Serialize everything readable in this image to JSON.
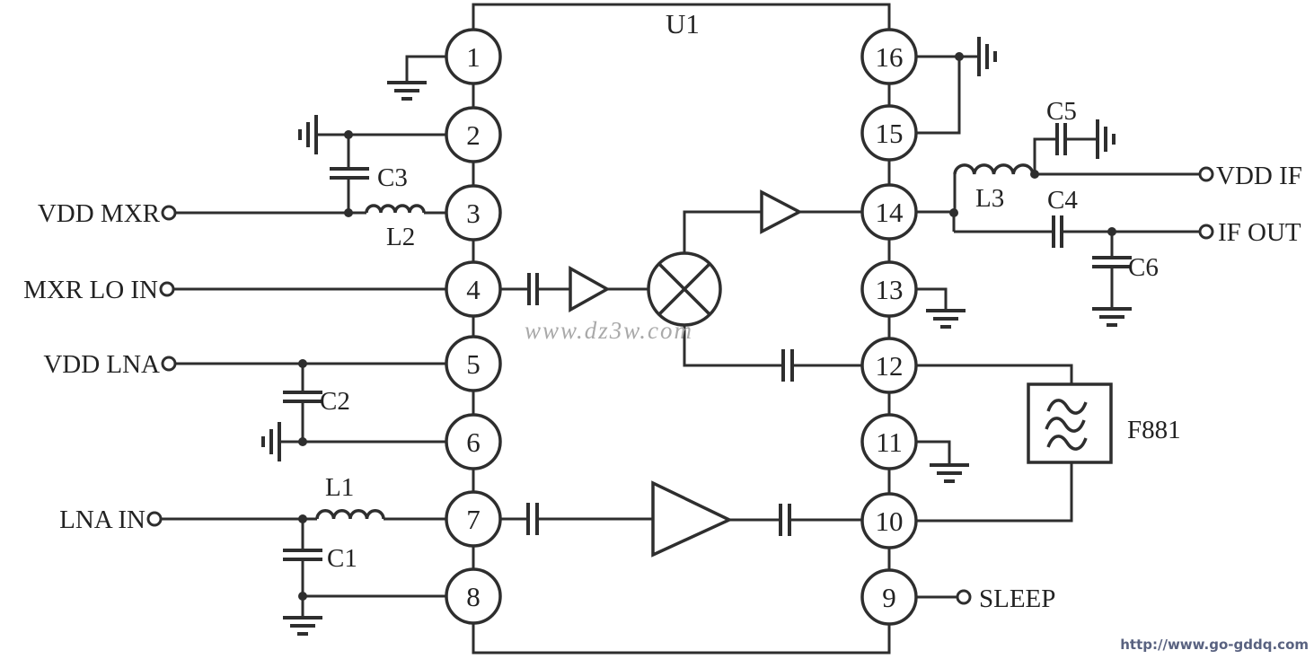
{
  "ic": {
    "label": "U1"
  },
  "pins": {
    "left": [
      "1",
      "2",
      "3",
      "4",
      "5",
      "6",
      "7",
      "8"
    ],
    "right": [
      "16",
      "15",
      "14",
      "13",
      "12",
      "11",
      "10",
      "9"
    ]
  },
  "terminals": {
    "vdd_mxr": "VDD MXR",
    "mxr_lo_in": "MXR LO IN",
    "vdd_lna": "VDD LNA",
    "lna_in": "LNA IN",
    "vdd_if": "VDD IF",
    "if_out": "IF OUT",
    "sleep": "SLEEP"
  },
  "components": {
    "c1": "C1",
    "c2": "C2",
    "c3": "C3",
    "c4": "C4",
    "c5": "C5",
    "c6": "C6",
    "l1": "L1",
    "l2": "L2",
    "l3": "L3",
    "filter": "F881"
  },
  "icons": {
    "mixer": "mixer-icon",
    "amplifier": "amplifier-icon",
    "ground": "ground-icon",
    "filter": "bandpass-filter-icon",
    "terminal": "terminal-circle-icon"
  },
  "watermarks": {
    "center": "www.dz3w.com",
    "bottom_right": "http://www.go-gddq.com"
  },
  "colors": {
    "line": "#2e2e2e",
    "text": "#222222",
    "watermark": "#a9a9a9",
    "url": "#596280",
    "background": "#ffffff"
  }
}
